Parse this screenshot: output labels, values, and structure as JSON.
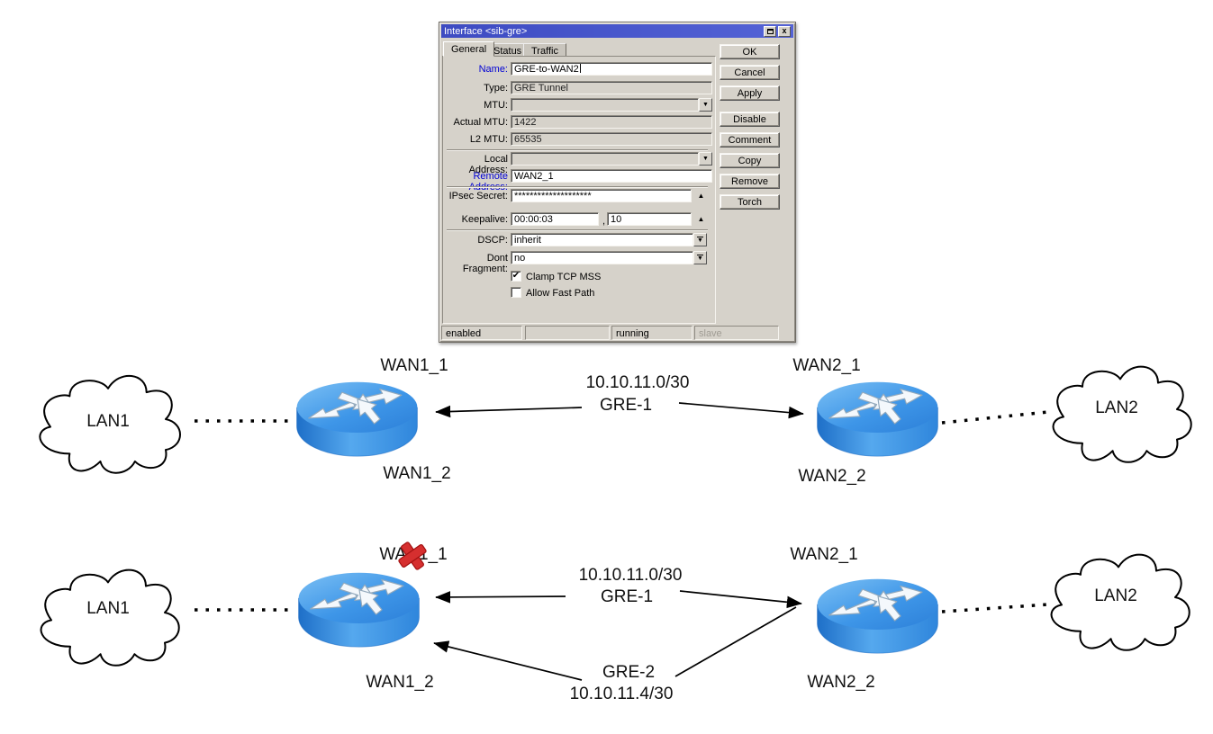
{
  "colors": {
    "titlebar_blue": "#3d4bc2",
    "dialog_gray": "#d6d2ca",
    "modified_label_blue": "#0000d4",
    "router_blue": "#2f8ae0",
    "error_red": "#d42a2a"
  },
  "icons": {
    "close": "x",
    "maximize": "maximize-box",
    "dropdown": "▼",
    "collapse_up": "▲",
    "override_dropdown": "▼",
    "check": "✔"
  },
  "dialog": {
    "title": "Interface <sib-gre>",
    "tabs": [
      {
        "label": "General"
      },
      {
        "label": "Status"
      },
      {
        "label": "Traffic"
      }
    ],
    "fields": {
      "name": {
        "label": "Name:",
        "value": "GRE-to-WAN2"
      },
      "type": {
        "label": "Type:",
        "value": "GRE Tunnel"
      },
      "mtu": {
        "label": "MTU:",
        "value": ""
      },
      "actual_mtu": {
        "label": "Actual MTU:",
        "value": "1422"
      },
      "l2_mtu": {
        "label": "L2 MTU:",
        "value": "65535"
      },
      "local_address": {
        "label": "Local Address:",
        "value": ""
      },
      "remote_address": {
        "label": "Remote Address:",
        "value": "WAN2_1"
      },
      "ipsec_secret": {
        "label": "IPsec Secret:",
        "value": "********************"
      },
      "keepalive": {
        "label": "Keepalive:",
        "value": "00:00:03",
        "separator": ",",
        "value2": "10"
      },
      "dscp": {
        "label": "DSCP:",
        "value": "inherit"
      },
      "dont_fragment": {
        "label": "Dont Fragment:",
        "value": "no"
      }
    },
    "checkboxes": [
      {
        "label": "Clamp TCP MSS",
        "checked": true,
        "glyph": "✔"
      },
      {
        "label": "Allow Fast Path",
        "checked": false,
        "glyph": ""
      }
    ],
    "buttons": [
      "OK",
      "Cancel",
      "Apply",
      "Disable",
      "Comment",
      "Copy",
      "Remove",
      "Torch"
    ],
    "status_bar": [
      "enabled",
      "",
      "running",
      "slave"
    ]
  },
  "diagram": {
    "row1": {
      "lan_left": "LAN1",
      "router_left_top": "WAN1_1",
      "router_left_bottom": "WAN1_2",
      "tunnel_subnet": "10.10.11.0/30",
      "tunnel_name": "GRE-1",
      "router_right_top": "WAN2_1",
      "router_right_bottom": "WAN2_2",
      "lan_right": "LAN2"
    },
    "row2": {
      "lan_left": "LAN1",
      "router_left_top": "WAN1_1",
      "router_left_bottom": "WAN1_2",
      "tunnel1_subnet": "10.10.11.0/30",
      "tunnel1_name": "GRE-1",
      "tunnel2_name": "GRE-2",
      "tunnel2_subnet": "10.10.11.4/30",
      "router_right_top": "WAN2_1",
      "router_right_bottom": "WAN2_2",
      "lan_right": "LAN2"
    }
  }
}
